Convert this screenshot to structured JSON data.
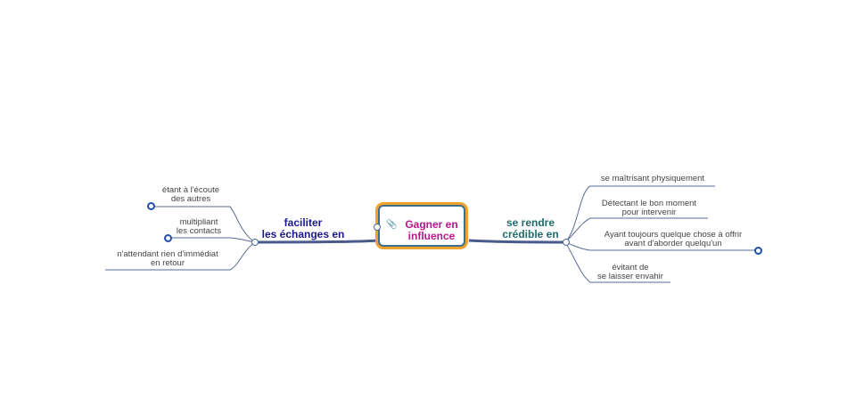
{
  "central": {
    "title": "Gagner en\ninfluence",
    "icon": "paperclip-icon"
  },
  "branches": {
    "left": {
      "label": "faciliter\nles échanges en",
      "children": [
        {
          "label": "étant à l'écoute\ndes autres"
        },
        {
          "label": "multipliant\nles contacts"
        },
        {
          "label": "n'attendant rien d'immédiat\nen retour"
        }
      ]
    },
    "right": {
      "label": "se rendre\ncrédible en",
      "children": [
        {
          "label": "se maîtrisant physiquement"
        },
        {
          "label": "Détectant le bon moment\npour intervenir"
        },
        {
          "label": "Ayant toujours quelque chose à offrir\navant d'aborder quelqu'un"
        },
        {
          "label": "évitant de\nse laisser envahir"
        }
      ]
    }
  },
  "colors": {
    "central_border": "#f0a22e",
    "central_inner_border": "#3f6f8f",
    "central_text": "#b8168e",
    "left_branch_text": "#1a1a8c",
    "right_branch_text": "#1f6d6d",
    "link": "#4a5a8a",
    "leaf_text": "#444444",
    "collapse_handle": "#1e4fb0"
  }
}
